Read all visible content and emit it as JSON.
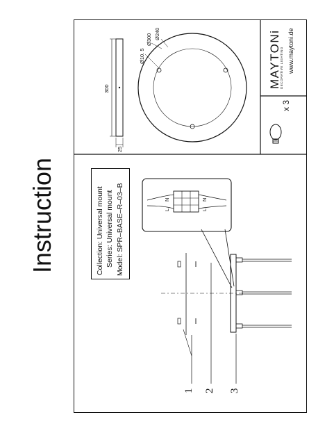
{
  "title": "Instruction",
  "product": {
    "collection_label": "Collection: Universal  mount",
    "series_label": "Series: Universal mount",
    "model_label": "Model: SPR–BASE–R–03–B"
  },
  "brand": {
    "name": "MAYTONi",
    "tagline": "DECORATIVE LIGHTING",
    "website": "www.maytoni.de"
  },
  "bulbs": {
    "quantity": "x 3"
  },
  "dimensions": {
    "length": "300",
    "height": "25",
    "hole": "Ø10. 5",
    "outer_diameter": "Ø300",
    "inner_diameter": "Ø240"
  },
  "callouts": [
    "1",
    "2",
    "3"
  ],
  "connector_labels": {
    "row1": "N",
    "row2": "L"
  }
}
